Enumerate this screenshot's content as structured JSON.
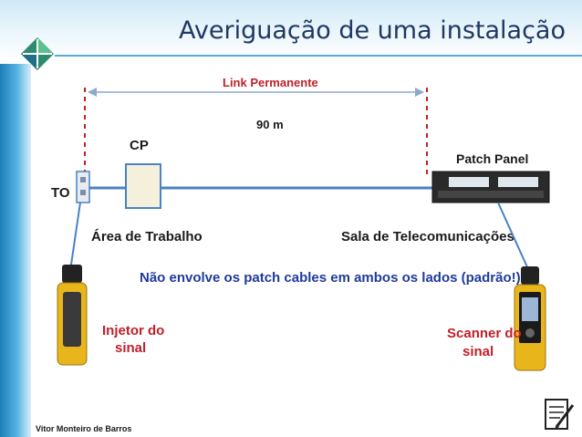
{
  "slide": {
    "title": "Averiguação de uma instalação",
    "author": "Vitor Monteiro de Barros"
  },
  "diagram": {
    "link_label": "Link Permanente",
    "distance_label": "90 m",
    "cp_label": "CP",
    "to_label": "TO",
    "patch_panel_label": "Patch Panel",
    "work_area_label": "Área de Trabalho",
    "telecom_room_label": "Sala de Telecomunicações",
    "note": "Não envolve os patch cables em ambos os lados (padrão!)",
    "injector_label_1": "Injetor do",
    "injector_label_2": "sinal",
    "scanner_label_1": "Scanner do",
    "scanner_label_2": "sinal"
  },
  "icons": {
    "logo": "diamond-logo-icon",
    "notes": "notepad-pencil-icon"
  },
  "colors": {
    "title": "#1f3864",
    "accent_red": "#c0202a",
    "note_blue": "#1f3b9a",
    "cable": "#4a82c4",
    "tester_yellow": "#e8b51a"
  }
}
